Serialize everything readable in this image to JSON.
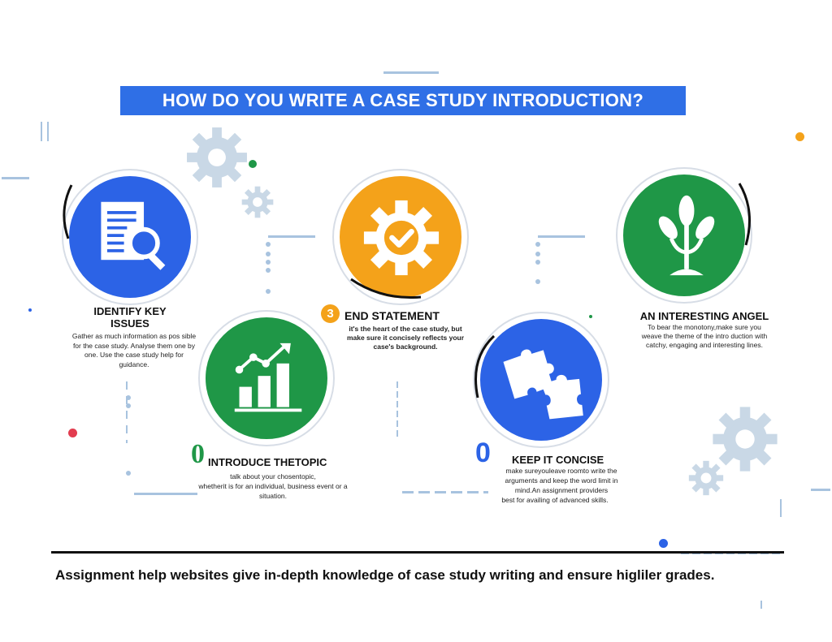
{
  "title": "HOW DO YOU WRITE A CASE STUDY INTRODUCTION?",
  "steps": {
    "identify": {
      "heading": "IDENTIFY KEY ISSUES",
      "description": "Gather as much information as pos sible for the case study. Analyse them one by one. Use the case study help for guidance."
    },
    "introduce": {
      "number": "0",
      "heading": "INTRODUCE THETOPIC",
      "line1": "talk about your chosentopic,",
      "line2": "whetherit is for an individual, business event or a",
      "line3": "situation."
    },
    "end_statement": {
      "number": "3",
      "heading": "END STATEMENT",
      "line1": "it's the heart of the case study, but",
      "line2": "make sure it concisely reflects your",
      "line3": "case's background."
    },
    "concise": {
      "number": "0",
      "heading": "KEEP IT CONCISE",
      "line1": "make sureyouleave roomto write the",
      "line2": "arguments and keep the word limit in",
      "line3": "mind.An assignment providers",
      "line4": "best for availing of advanced skills."
    },
    "angel": {
      "heading": "AN INTERESTING ANGEL",
      "line1": "To bear the monotony,make sure you",
      "line2": "weave the theme of the intro duction with",
      "line3": "catchy, engaging and interesting lines."
    }
  },
  "footer": "Assignment help websites give in-depth knowledge of case study writing and ensure higliler grades.",
  "colors": {
    "blue": "#2c63e6",
    "orange": "#f4a21a",
    "green": "#1f9747",
    "title_bg": "#2f6fe6",
    "accent_dash": "#a8c3df"
  }
}
